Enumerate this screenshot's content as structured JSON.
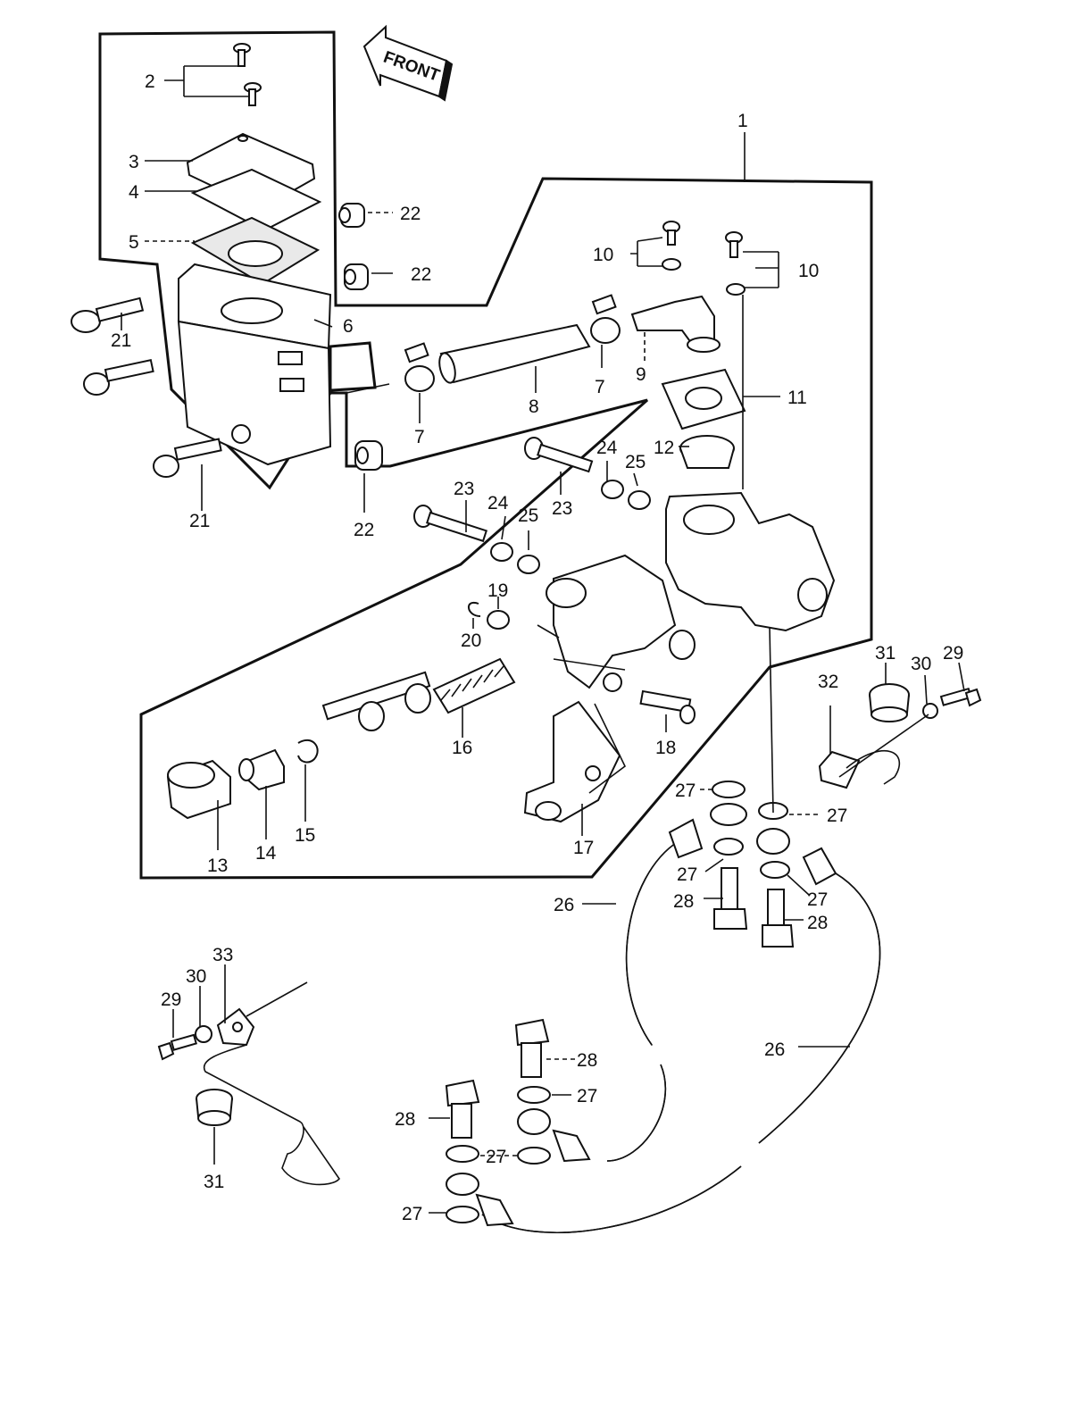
{
  "direction_label": "FRONT",
  "callouts": {
    "c1": "1",
    "c2": "2",
    "c3": "3",
    "c4": "4",
    "c5": "5",
    "c6": "6",
    "c7a": "7",
    "c7b": "7",
    "c8": "8",
    "c9": "9",
    "c10a": "10",
    "c10b": "10",
    "c11": "11",
    "c12": "12",
    "c13": "13",
    "c14": "14",
    "c15": "15",
    "c16": "16",
    "c17": "17",
    "c18": "18",
    "c19": "19",
    "c20": "20",
    "c21a": "21",
    "c21b": "21",
    "c22a": "22",
    "c22b": "22",
    "c22c": "22",
    "c23a": "23",
    "c23b": "23",
    "c24a": "24",
    "c24b": "24",
    "c25a": "25",
    "c25b": "25",
    "c26a": "26",
    "c26b": "26",
    "c27a": "27",
    "c27b": "27",
    "c27c": "27",
    "c27d": "27",
    "c27e": "27",
    "c27f": "27",
    "c27g": "27",
    "c28a": "28",
    "c28b": "28",
    "c28c": "28",
    "c28d": "28",
    "c29a": "29",
    "c29b": "29",
    "c30a": "30",
    "c30b": "30",
    "c31a": "31",
    "c31b": "31",
    "c32": "32",
    "c33": "33"
  }
}
